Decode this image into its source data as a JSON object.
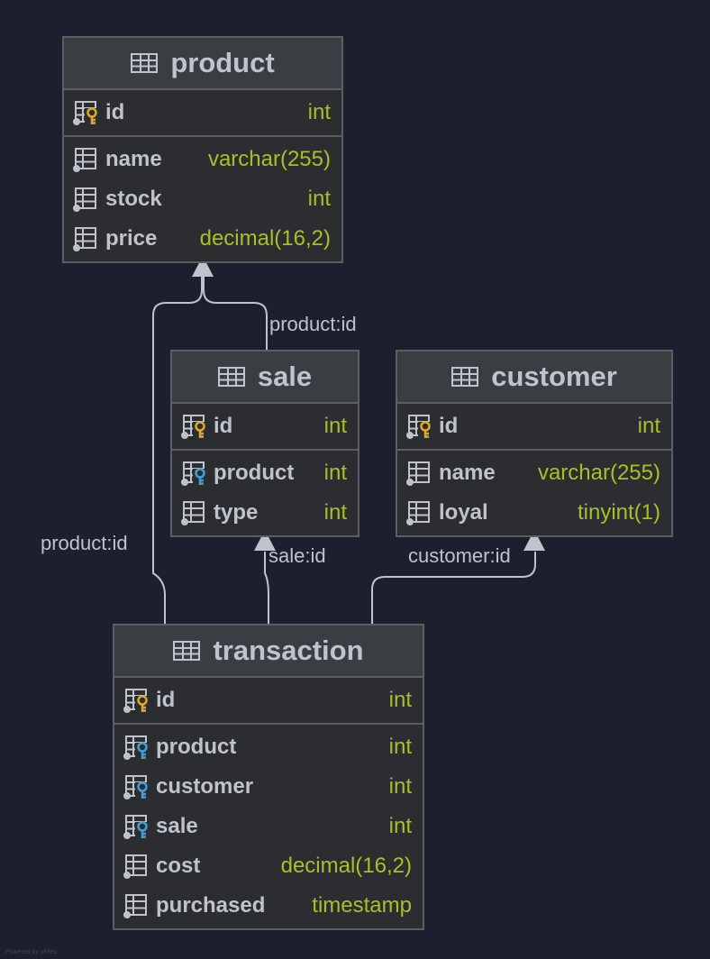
{
  "diagram": {
    "tables": [
      {
        "key": "product",
        "name": "product",
        "sections": [
          [
            {
              "name": "id",
              "type": "int",
              "icon": "primary-key-icon"
            }
          ],
          [
            {
              "name": "name",
              "type": "varchar(255)",
              "icon": "column-icon"
            },
            {
              "name": "stock",
              "type": "int",
              "icon": "column-icon"
            },
            {
              "name": "price",
              "type": "decimal(16,2)",
              "icon": "column-icon"
            }
          ]
        ]
      },
      {
        "key": "sale",
        "name": "sale",
        "sections": [
          [
            {
              "name": "id",
              "type": "int",
              "icon": "primary-key-icon"
            }
          ],
          [
            {
              "name": "product",
              "type": "int",
              "icon": "foreign-key-icon"
            },
            {
              "name": "type",
              "type": "int",
              "icon": "column-icon"
            }
          ]
        ]
      },
      {
        "key": "customer",
        "name": "customer",
        "sections": [
          [
            {
              "name": "id",
              "type": "int",
              "icon": "primary-key-icon"
            }
          ],
          [
            {
              "name": "name",
              "type": "varchar(255)",
              "icon": "column-icon"
            },
            {
              "name": "loyal",
              "type": "tinyint(1)",
              "icon": "column-icon"
            }
          ]
        ]
      },
      {
        "key": "transaction",
        "name": "transaction",
        "sections": [
          [
            {
              "name": "id",
              "type": "int",
              "icon": "primary-key-icon"
            }
          ],
          [
            {
              "name": "product",
              "type": "int",
              "icon": "foreign-key-icon"
            },
            {
              "name": "customer",
              "type": "int",
              "icon": "foreign-key-icon"
            },
            {
              "name": "sale",
              "type": "int",
              "icon": "foreign-key-icon"
            },
            {
              "name": "cost",
              "type": "decimal(16,2)",
              "icon": "column-icon"
            },
            {
              "name": "purchased",
              "type": "timestamp",
              "icon": "column-icon"
            }
          ]
        ]
      }
    ],
    "relations": [
      {
        "from": "sale",
        "to": "product",
        "label": "product:id"
      },
      {
        "from": "transaction",
        "to": "product",
        "label": "product:id"
      },
      {
        "from": "transaction",
        "to": "sale",
        "label": "sale:id"
      },
      {
        "from": "transaction",
        "to": "customer",
        "label": "customer:id"
      }
    ],
    "colors": {
      "background": "#1c1f2e",
      "header": "#3a3d42",
      "body": "#2b2d30",
      "border": "#5b5e63",
      "column_name": "#bec3cc",
      "column_type": "#a8c023",
      "primary_key": "#e0a92b",
      "foreign_key": "#3f9fd6",
      "edge": "#bfc3cc"
    },
    "footer": "Powered by yFiles"
  }
}
